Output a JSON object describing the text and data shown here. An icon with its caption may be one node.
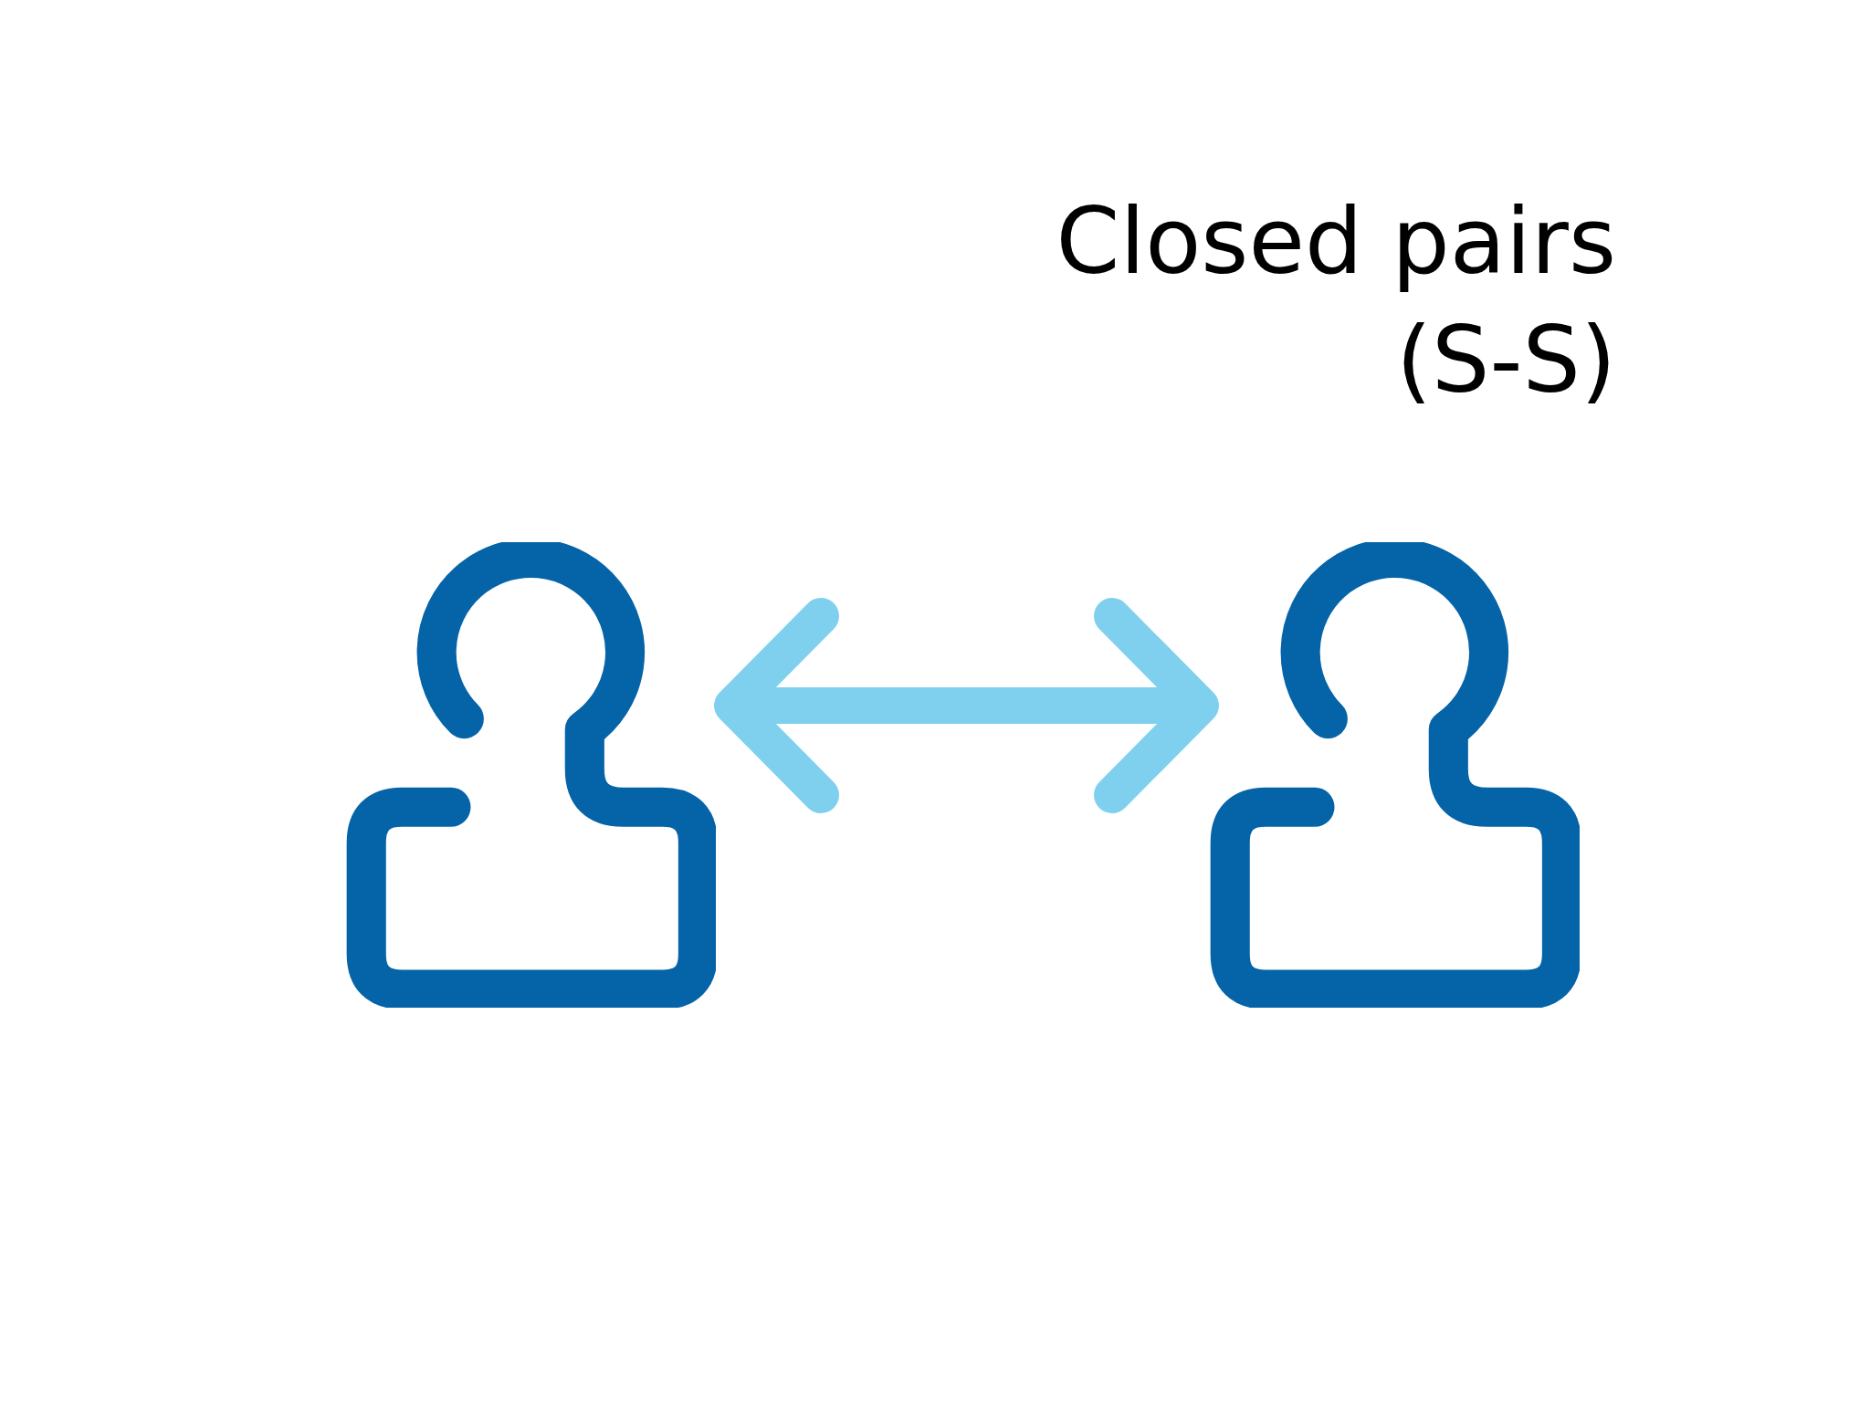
{
  "diagram": {
    "title": "Closed pairs (S-S)",
    "nodes": [
      {
        "text": [],
        "shape": "person"
      },
      {
        "text": [],
        "shape": "person"
      }
    ],
    "edges": [
      {
        "from": 0,
        "to": 1,
        "arrow": "both"
      }
    ]
  }
}
